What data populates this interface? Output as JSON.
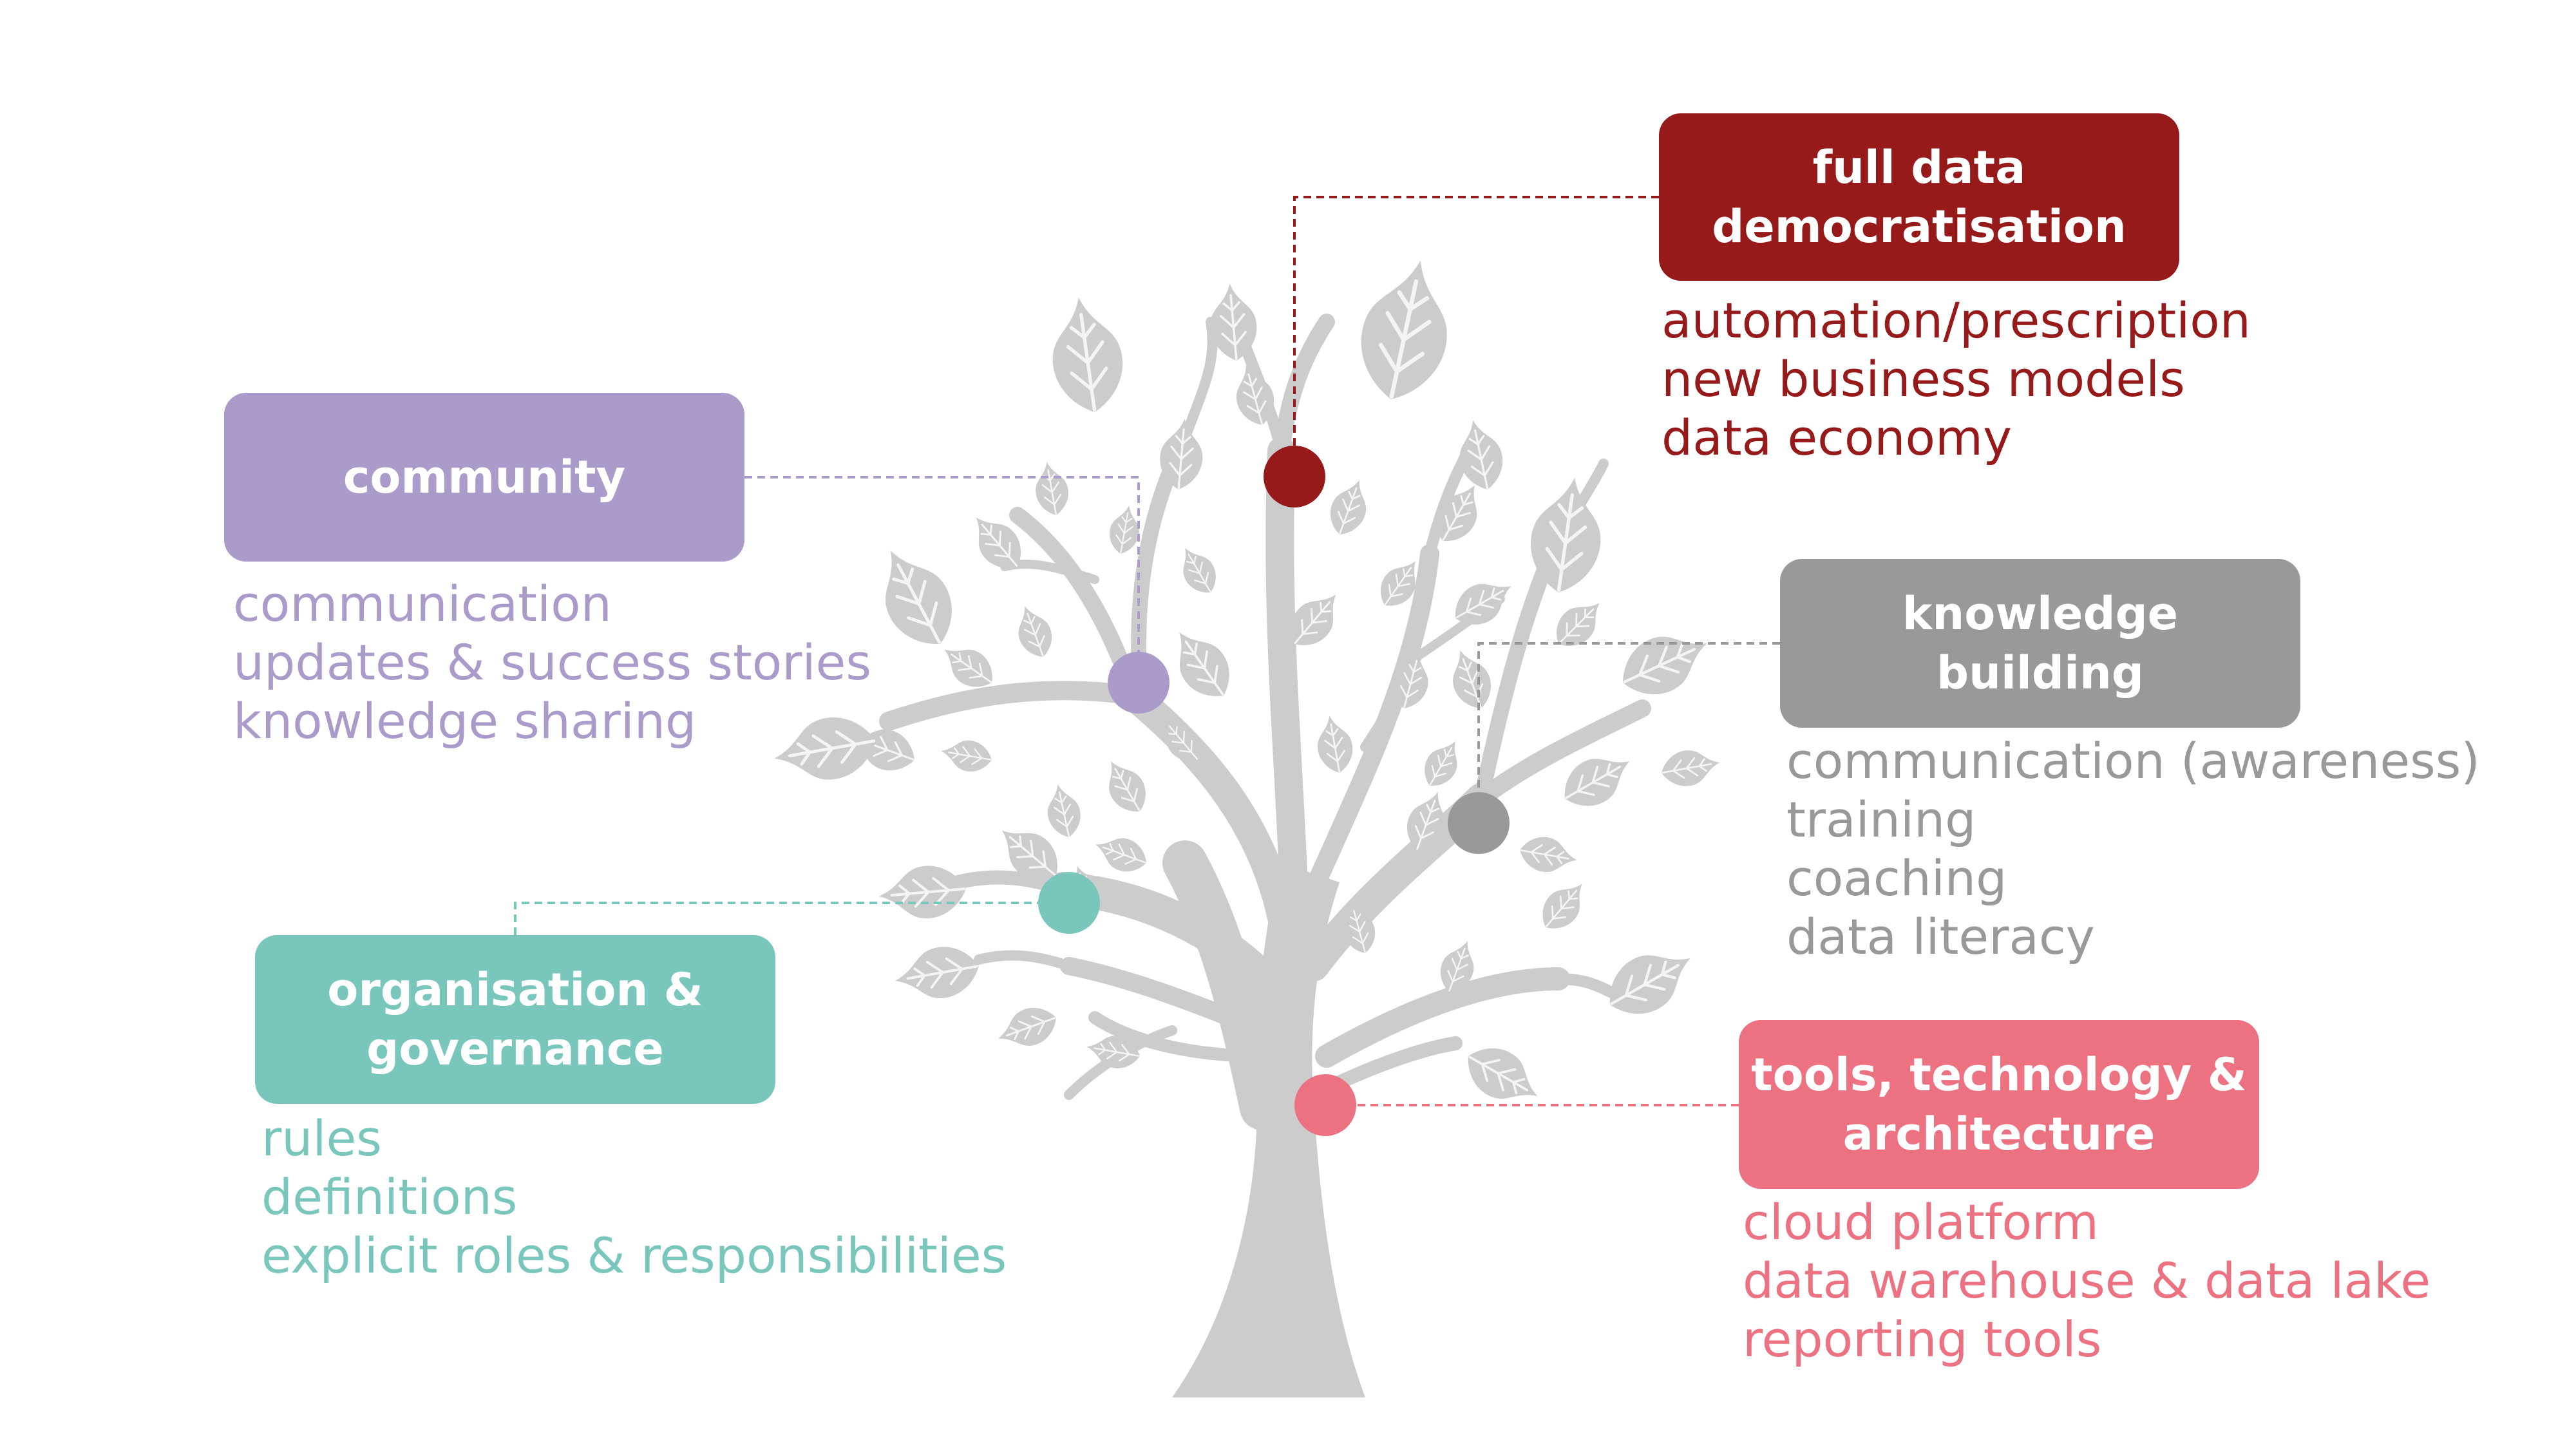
{
  "colors": {
    "tree": "#cccccc",
    "leaf_vein": "#f4f4f4",
    "full": "#961a19",
    "community": "#ab9bcb",
    "knowledge": "#999999",
    "organisation": "#79c6bd",
    "tools": "#ec7181"
  },
  "sections": {
    "full": {
      "title_lines": [
        "full data",
        "democratisation"
      ],
      "items": [
        "automation/prescription",
        "new business models",
        "data economy"
      ]
    },
    "community": {
      "title_lines": [
        "community"
      ],
      "items": [
        "communication",
        "updates & success stories",
        "knowledge sharing"
      ]
    },
    "knowledge": {
      "title_lines": [
        "knowledge",
        "building"
      ],
      "items": [
        "communication (awareness)",
        "training",
        "coaching",
        "data literacy"
      ]
    },
    "organisation": {
      "title_lines": [
        "organisation &",
        "governance"
      ],
      "items": [
        "rules",
        "definitions",
        "explicit roles & responsibilities"
      ]
    },
    "tools": {
      "title_lines": [
        "tools, technology &",
        "architecture"
      ],
      "items": [
        "cloud platform",
        "data warehouse & data lake",
        "reporting tools"
      ]
    }
  }
}
